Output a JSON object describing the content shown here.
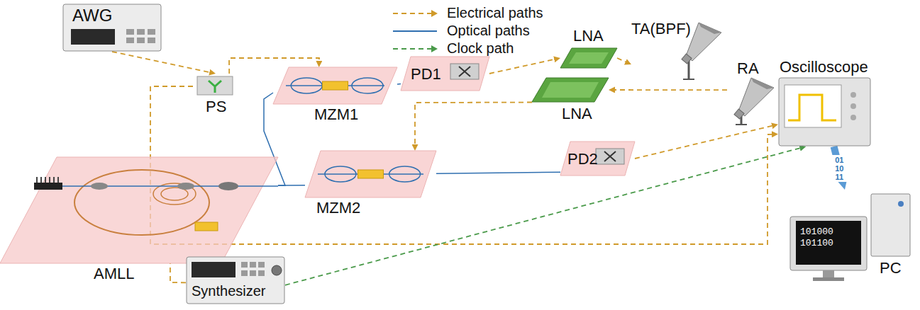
{
  "diagram": {
    "nodes": [
      {
        "text": [
          "AWG"
        ]
      },
      {
        "text": [
          "PS"
        ]
      },
      {
        "text": [
          "MZM1"
        ]
      },
      {
        "text": [
          "PD1"
        ]
      },
      {
        "text": [
          "LNA"
        ]
      },
      {
        "text": [
          "TA(BPF)"
        ]
      },
      {
        "text": [
          "RA"
        ]
      },
      {
        "text": [
          "LNA"
        ]
      },
      {
        "text": [
          "Oscilloscope"
        ]
      },
      {
        "text": [
          "MZM2"
        ]
      },
      {
        "text": [
          "PD2"
        ]
      },
      {
        "text": [
          "AMLL"
        ]
      },
      {
        "text": [
          "Synthesizer"
        ]
      },
      {
        "text": [
          "101000 101100",
          "PC"
        ]
      }
    ],
    "edges": [
      {
        "from": 0,
        "to": 1,
        "arrow": "to"
      },
      {
        "from": 1,
        "to": 2,
        "arrow": "to"
      },
      {
        "from": 1,
        "to": 8,
        "arrow": "to"
      },
      {
        "from": 11,
        "to": 2,
        "arrow": "none"
      },
      {
        "from": 11,
        "to": 9,
        "arrow": "none"
      },
      {
        "from": 2,
        "to": 3,
        "arrow": "none"
      },
      {
        "from": 3,
        "to": 4,
        "arrow": "to"
      },
      {
        "from": 4,
        "to": 5,
        "arrow": "to"
      },
      {
        "from": 6,
        "to": 7,
        "arrow": "to"
      },
      {
        "from": 7,
        "to": 9,
        "arrow": "to"
      },
      {
        "from": 9,
        "to": 10,
        "arrow": "none"
      },
      {
        "from": 10,
        "to": 8,
        "arrow": "to"
      },
      {
        "from": 12,
        "to": 11,
        "arrow": "none"
      },
      {
        "from": 12,
        "to": 8,
        "arrow": "to"
      },
      {
        "from": 8,
        "to": 13,
        "arrow": "to",
        "label": "01 10 11"
      }
    ],
    "legend": [
      {
        "text": "Electrical paths"
      },
      {
        "text": "Optical paths"
      },
      {
        "text": "Clock path"
      }
    ]
  }
}
